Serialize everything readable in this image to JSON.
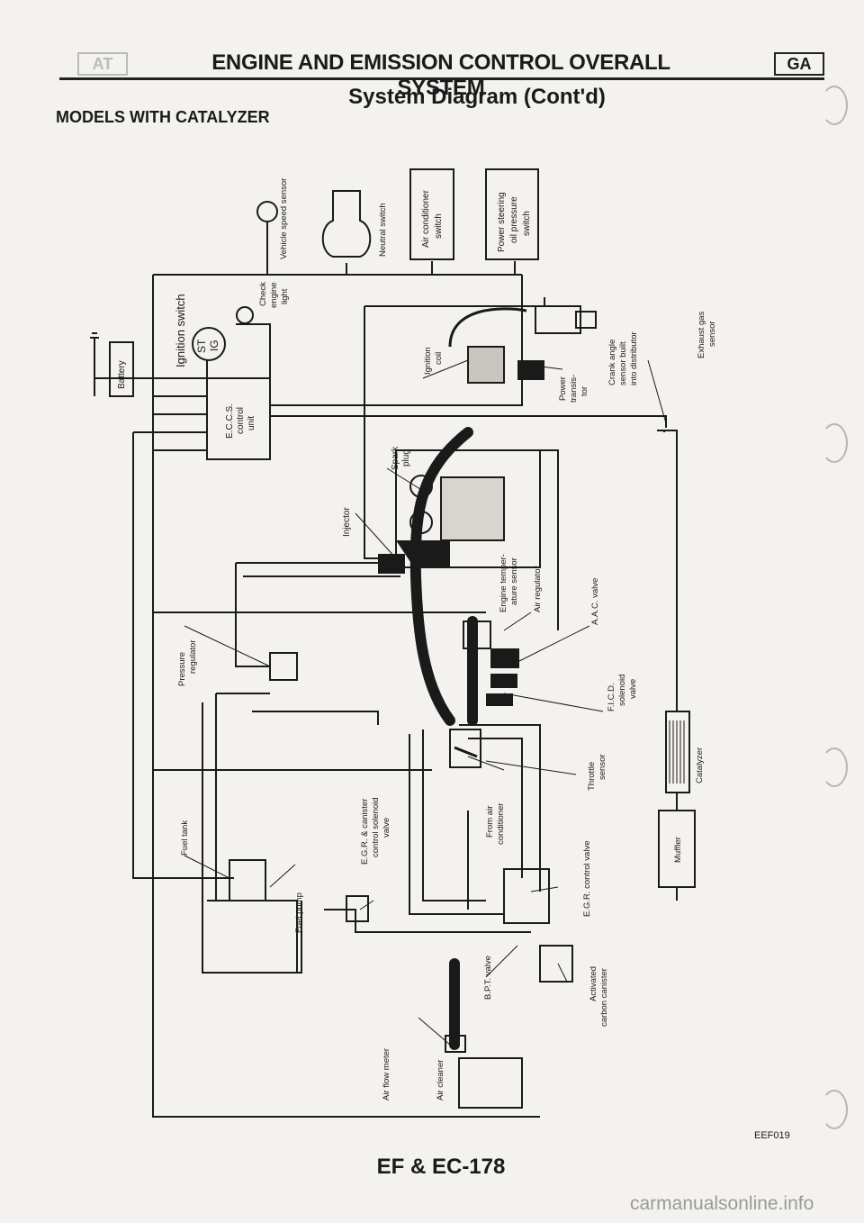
{
  "header": {
    "left_badge": "AT",
    "title": "ENGINE AND EMISSION CONTROL OVERALL SYSTEM",
    "right_badge": "GA",
    "subtitle": "System Diagram (Cont'd)"
  },
  "section_title": "MODELS WITH CATALYZER",
  "components": {
    "vehicle_speed_sensor": "Vehicle speed sensor",
    "neutral_switch": "Neutral switch",
    "air_conditioner_switch": [
      "Air conditioner",
      "switch"
    ],
    "power_steering_switch": [
      "Power steering",
      "oil pressure",
      "switch"
    ],
    "ignition_switch": "Ignition switch",
    "st": "ST",
    "ig": "IG",
    "battery": "Battery",
    "check_engine_light": [
      "Check",
      "engine",
      "light"
    ],
    "eccs_control_unit": [
      "E.C.C.S.",
      "control",
      "unit"
    ],
    "ignition_coil": [
      "Ignition",
      "coil"
    ],
    "power_transistor": [
      "Power",
      "transis-",
      "tor"
    ],
    "crank_angle_sensor": [
      "Crank angle",
      "sensor built",
      "into distributor"
    ],
    "exhaust_gas_sensor": [
      "Exhaust gas",
      "sensor"
    ],
    "spark_plug": [
      "Spark",
      "plug"
    ],
    "injector": "Injector",
    "engine_temperature_sensor": [
      "Engine temper-",
      "ature sensor"
    ],
    "air_regulator": "Air regulator",
    "aac_valve": "A.A.C. valve",
    "pressure_regulator": [
      "Pressure",
      "regulator"
    ],
    "ficd_solenoid_valve": [
      "F.I.C.D.",
      "solenoid",
      "valve"
    ],
    "catalyzer": "Catalyzer",
    "throttle_sensor": [
      "Throttle",
      "sensor"
    ],
    "from_air_conditioner": [
      "From air",
      "conditioner"
    ],
    "egr_canister_solenoid": [
      "E.G.R. & canister",
      "control solenoid",
      "valve"
    ],
    "fuel_tank": "Fuel tank",
    "fuel_pump": "Fuel pump",
    "egr_control_valve": "E.G.R. control valve",
    "muffler": "Muffler",
    "bpt_valve": "B.P.T. valve",
    "activated_carbon_canister": [
      "Activated",
      "carbon canister"
    ],
    "air_flow_meter": "Air flow meter",
    "air_cleaner": "Air cleaner"
  },
  "figure_code": "EEF019",
  "footer": "EF & EC-178",
  "watermark": "carmanualsonline.info"
}
